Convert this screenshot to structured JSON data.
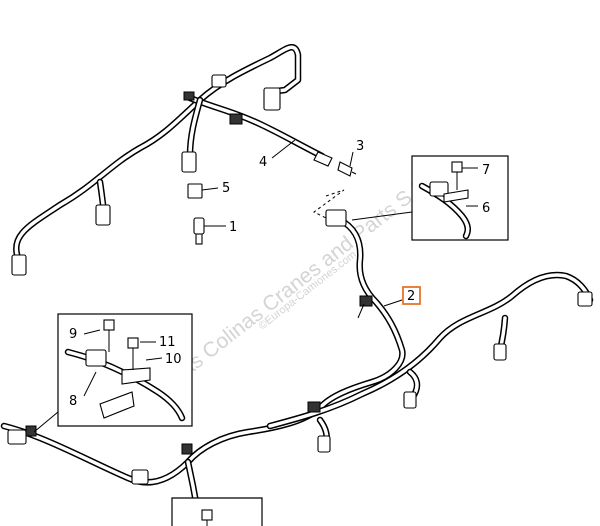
{
  "diagram": {
    "callouts": {
      "c1": "1",
      "c2": "2",
      "c3": "3",
      "c4": "4",
      "c5": "5",
      "c6": "6",
      "c7": "7",
      "c8": "8",
      "c9": "9",
      "c10": "10",
      "c11": "11"
    },
    "highlighted_callout": "2",
    "watermark": {
      "main": "Las Colinas Cranes and Parts S.L.",
      "sub": "©Europa-Camiones.com"
    },
    "colors": {
      "line": "#000000",
      "highlight": "#e8742a",
      "watermark": "#d4d4d4"
    }
  }
}
